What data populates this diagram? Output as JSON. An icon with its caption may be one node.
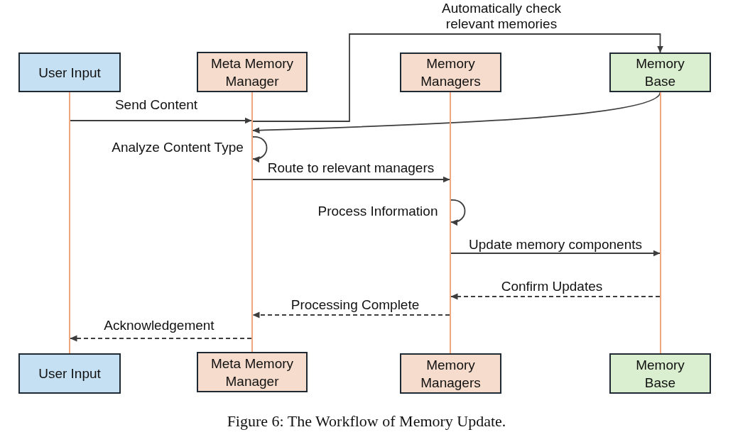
{
  "diagram": {
    "caption": "Figure 6: The Workflow of Memory Update.",
    "nodes": [
      {
        "text": [
          "User Input"
        ]
      },
      {
        "text": [
          "Meta Memory Manager"
        ]
      },
      {
        "text": [
          "Memory Managers"
        ]
      },
      {
        "text": [
          "Memory Base"
        ]
      },
      {
        "text": [],
        "shape": "bar"
      },
      {
        "text": [],
        "shape": "bar"
      },
      {
        "text": [],
        "shape": "bar"
      },
      {
        "text": [],
        "shape": "bar"
      },
      {
        "text": [
          "User Input"
        ]
      },
      {
        "text": [
          "Meta Memory Manager"
        ]
      },
      {
        "text": [
          "Memory Managers"
        ]
      },
      {
        "text": [
          "Memory Base"
        ]
      }
    ],
    "edges": [
      {
        "from": 4,
        "to": 5,
        "arrow": "to",
        "label": "Send Content"
      },
      {
        "from": 5,
        "to": 3,
        "arrow": "to",
        "label": "Automatically check relevant memories"
      },
      {
        "from": 3,
        "to": 5,
        "arrow": "to"
      },
      {
        "from": 5,
        "to": 5,
        "arrow": "to",
        "label": "Analyze Content Type"
      },
      {
        "from": 5,
        "to": 6,
        "arrow": "to",
        "label": "Route to relevant managers"
      },
      {
        "from": 6,
        "to": 6,
        "arrow": "to",
        "label": "Process Information"
      },
      {
        "from": 6,
        "to": 7,
        "arrow": "to",
        "label": "Update memory components"
      },
      {
        "from": 7,
        "to": 6,
        "arrow": "to",
        "label": "Confirm Updates",
        "style": "dashed"
      },
      {
        "from": 6,
        "to": 5,
        "arrow": "to",
        "label": "Processing Complete",
        "style": "dashed"
      },
      {
        "from": 5,
        "to": 4,
        "arrow": "to",
        "label": "Acknowledgement",
        "style": "dashed"
      }
    ]
  }
}
